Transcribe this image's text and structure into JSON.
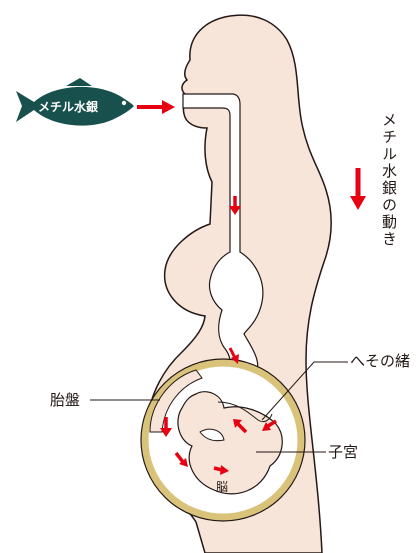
{
  "fish_label": "メチル水銀",
  "legend": {
    "text": "メチル水銀の動き"
  },
  "labels": {
    "umbilical_cord": "へその緒",
    "placenta": "胎盤",
    "uterus": "子宮",
    "brain": "脳"
  },
  "colors": {
    "body": "#f6e5d8",
    "outline": "#231815",
    "digestive": "#ffffff",
    "fish": "#17504c",
    "arrow": "#e60012",
    "uterus_ring": "#d9c27a"
  },
  "icons": {
    "fish": "fish-icon",
    "arrow": "arrow-icon"
  }
}
